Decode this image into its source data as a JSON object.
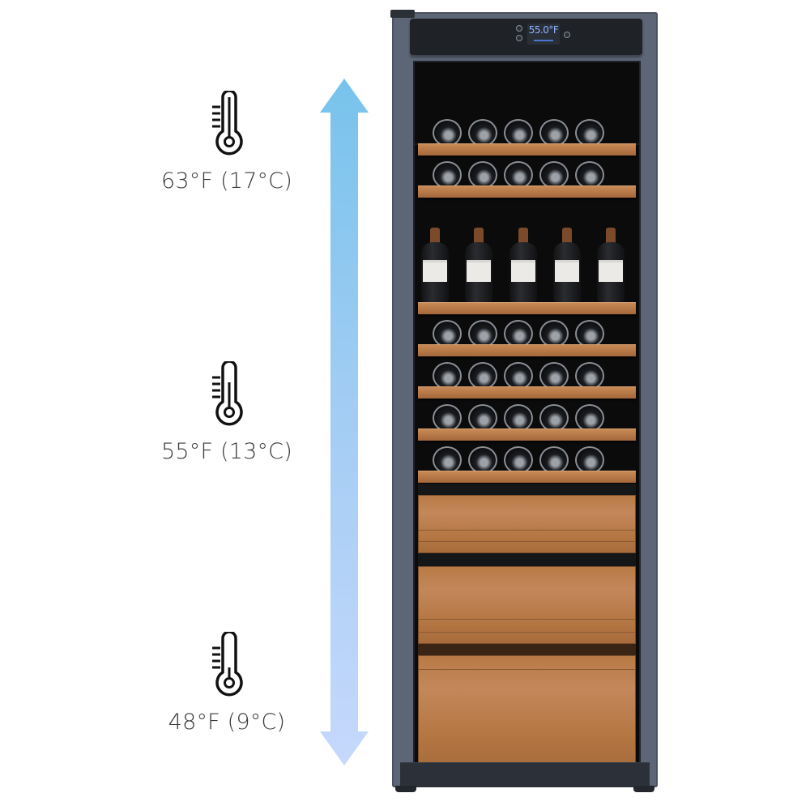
{
  "temperature_zones": [
    {
      "label": "63°F (17°C)",
      "icon": "thermometer-icon",
      "fill_level": "high"
    },
    {
      "label": "55°F (13°C)",
      "icon": "thermometer-icon",
      "fill_level": "medium"
    },
    {
      "label": "48°F (9°C)",
      "icon": "thermometer-icon",
      "fill_level": "low"
    }
  ],
  "arrow": {
    "icon": "double-headed-arrow-icon",
    "color_top": "#77c3ec",
    "color_bottom": "#c3d6fb"
  },
  "cabinet": {
    "display_temperature": "55.0°F",
    "frame_color": "#5d6677",
    "wood_color": "#b87a45",
    "shelves": [
      {
        "type": "horizontal-bottles",
        "count": 5
      },
      {
        "type": "horizontal-bottles",
        "count": 5
      },
      {
        "type": "upright-bottles",
        "count": 5
      },
      {
        "type": "horizontal-bottles",
        "count": 5
      },
      {
        "type": "horizontal-bottles",
        "count": 5
      },
      {
        "type": "horizontal-bottles",
        "count": 5
      },
      {
        "type": "horizontal-bottles",
        "count": 5
      }
    ],
    "drawers": 3
  }
}
